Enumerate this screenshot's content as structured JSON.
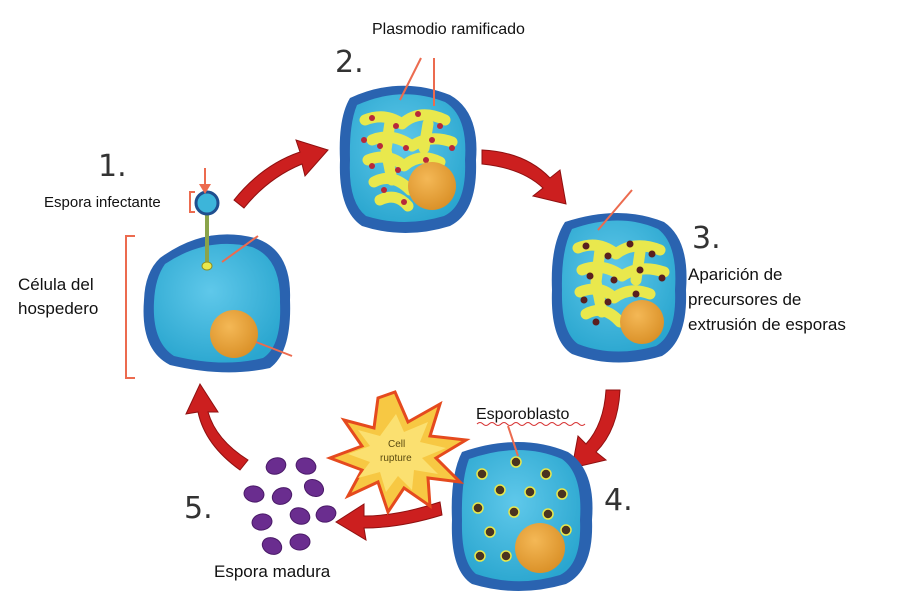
{
  "steps": {
    "s1": "1.",
    "s2": "2.",
    "s3": "3.",
    "s4": "4.",
    "s5": "5."
  },
  "labels": {
    "plasmodio": "Plasmodio ramificado",
    "espora_infectante": "Espora infectante",
    "celula_line1": "Célula del",
    "celula_line2": "hospedero",
    "aparicion_line1": "Aparición de",
    "aparicion_line2": "precursores de",
    "aparicion_line3": "extrusión de esporas",
    "esporoblasto": "Esporoblasto",
    "espora_madura": "Espora madura",
    "burst_line1": "Cell",
    "burst_line2": "rupture"
  },
  "colors": {
    "cell_membrane": "#2a63b0",
    "cytoplasm": "#3cb5da",
    "nucleus": "#e8a33a",
    "plasmodium": "#e9e84d",
    "cycle_arrow": "#cc1f1f",
    "pointer": "#ec6b4f",
    "mature_spore": "#6a2d8f",
    "burst": "#f7c843"
  }
}
